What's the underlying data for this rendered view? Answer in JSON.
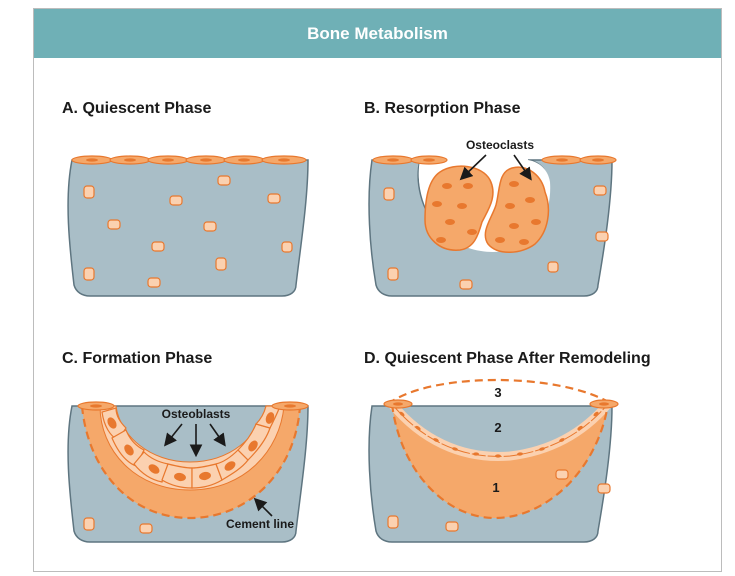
{
  "title": "Bone Metabolism",
  "panels": [
    {
      "heading": "A. Quiescent Phase"
    },
    {
      "heading": "B. Resorption Phase",
      "labels": {
        "osteoclasts": "Osteoclasts"
      }
    },
    {
      "heading": "C. Formation Phase",
      "labels": {
        "osteoblasts": "Osteoblasts",
        "cement_line": "Cement line"
      }
    },
    {
      "heading": "D. Quiescent Phase After Remodeling",
      "labels": {
        "n1": "1",
        "n2": "2",
        "n3": "3"
      }
    }
  ],
  "colors": {
    "banner": "#6fb0b6",
    "bone": "#a9bec7",
    "bone_outline": "#5e7580",
    "cell": "#f5a86a",
    "cell_dark": "#e8782e",
    "cell_light": "#fbd1b0",
    "dash": "#e8782e"
  }
}
